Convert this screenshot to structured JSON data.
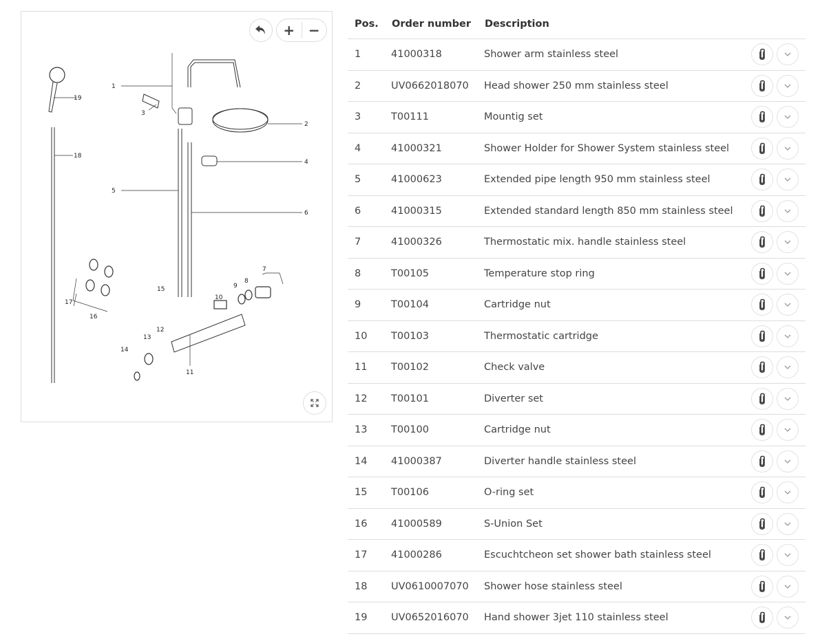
{
  "viewer": {
    "zoom_in": "+",
    "zoom_out": "−",
    "icons": [
      "undo-icon",
      "expand-icon"
    ],
    "labels": [
      "1",
      "2",
      "3",
      "4",
      "5",
      "6",
      "7",
      "8",
      "9",
      "10",
      "11",
      "12",
      "13",
      "14",
      "15",
      "16",
      "17",
      "18",
      "19"
    ]
  },
  "table": {
    "headers": [
      "Pos.",
      "Order number",
      "Description"
    ],
    "rows": [
      [
        "1",
        "41000318",
        "Shower arm stainless steel"
      ],
      [
        "2",
        "UV0662018070",
        "Head shower 250 mm stainless steel"
      ],
      [
        "3",
        "T00111",
        "Mountig set"
      ],
      [
        "4",
        "41000321",
        "Shower Holder for Shower System stainless steel"
      ],
      [
        "5",
        "41000623",
        "Extended pipe length 950 mm stainless steel"
      ],
      [
        "6",
        "41000315",
        "Extended standard length 850 mm stainless steel"
      ],
      [
        "7",
        "41000326",
        "Thermostatic mix. handle stainless steel"
      ],
      [
        "8",
        "T00105",
        "Temperature stop ring"
      ],
      [
        "9",
        "T00104",
        "Cartridge nut"
      ],
      [
        "10",
        "T00103",
        "Thermostatic cartridge"
      ],
      [
        "11",
        "T00102",
        "Check valve"
      ],
      [
        "12",
        "T00101",
        "Diverter set"
      ],
      [
        "13",
        "T00100",
        "Cartridge nut"
      ],
      [
        "14",
        "41000387",
        "Diverter handle stainless steel"
      ],
      [
        "15",
        "T00106",
        "O-ring set"
      ],
      [
        "16",
        "41000589",
        "S-Union Set"
      ],
      [
        "17",
        "41000286",
        "Escuchtcheon set shower bath stainless steel"
      ],
      [
        "18",
        "UV0610007070",
        "Shower hose stainless steel"
      ],
      [
        "19",
        "UV0652016070",
        "Hand shower 3jet 110 stainless steel"
      ]
    ]
  },
  "row_icons": [
    "paperclip-icon",
    "chevron-down-icon"
  ]
}
